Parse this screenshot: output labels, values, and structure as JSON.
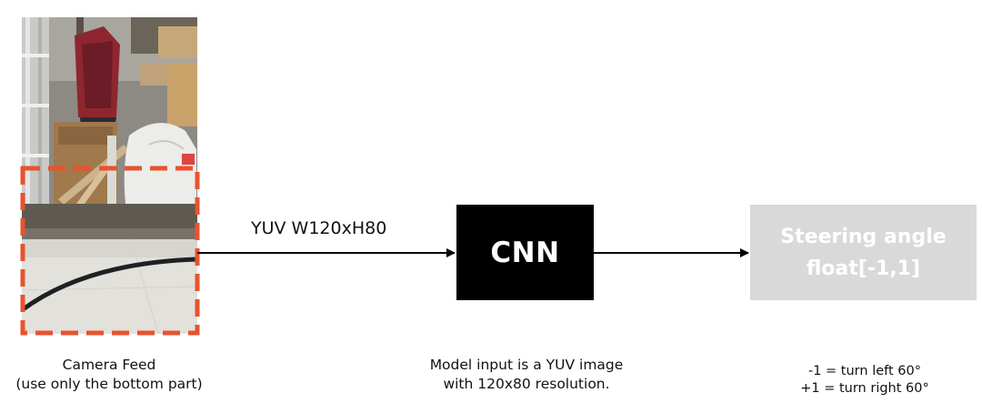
{
  "camera": {
    "caption_line1": "Camera Feed",
    "caption_line2": "(use only the bottom part)",
    "crop_highlight_color": "#e8532e"
  },
  "edge": {
    "label": "YUV W120xH80"
  },
  "cnn": {
    "label": "CNN",
    "caption_line1": "Model input is a YUV image",
    "caption_line2": "with 120x80 resolution."
  },
  "output": {
    "label_line1": "Steering angle",
    "label_line2": "float[-1,1]",
    "caption_line1": "-1 = turn left 60°",
    "caption_line2": "+1 = turn right 60°"
  },
  "colors": {
    "cnn_box": "#000000",
    "output_box": "#d9d9d9",
    "arrow": "#000000"
  }
}
